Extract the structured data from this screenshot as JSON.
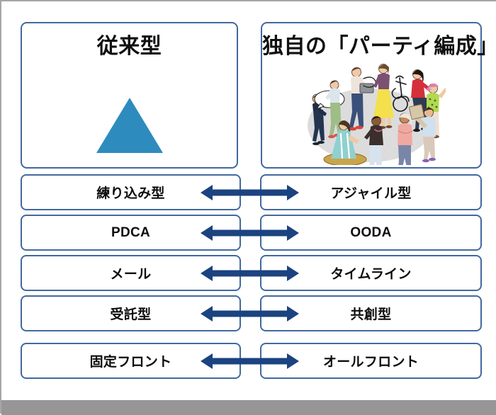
{
  "slide": {
    "panels": {
      "left": {
        "title": "従来型",
        "shape_icon": "triangle-shape",
        "shape_color": "#2e8bbe"
      },
      "right": {
        "title": "独自の「パーティ編成」",
        "illustration_icon": "people-group-illustration",
        "oval_color": "#dddddd"
      }
    },
    "comparison_rows": [
      {
        "left": "練り込み型",
        "right": "アジャイル型",
        "arrow_icon": "double-arrow-icon"
      },
      {
        "left": "PDCA",
        "right": "OODA",
        "arrow_icon": "double-arrow-icon"
      },
      {
        "left": "メール",
        "right": "タイムライン",
        "arrow_icon": "double-arrow-icon"
      },
      {
        "left": "受託型",
        "right": "共創型",
        "arrow_icon": "double-arrow-icon"
      },
      {
        "left": "固定フロント",
        "right": "オールフロント",
        "arrow_icon": "double-arrow-icon"
      }
    ],
    "footer": {
      "text": "",
      "bar_color": "#969696"
    },
    "colors": {
      "box_border": "#41699f",
      "arrow": "#1b4380",
      "triangle": "#2e8bbe",
      "text": "#0d0d0d"
    }
  }
}
